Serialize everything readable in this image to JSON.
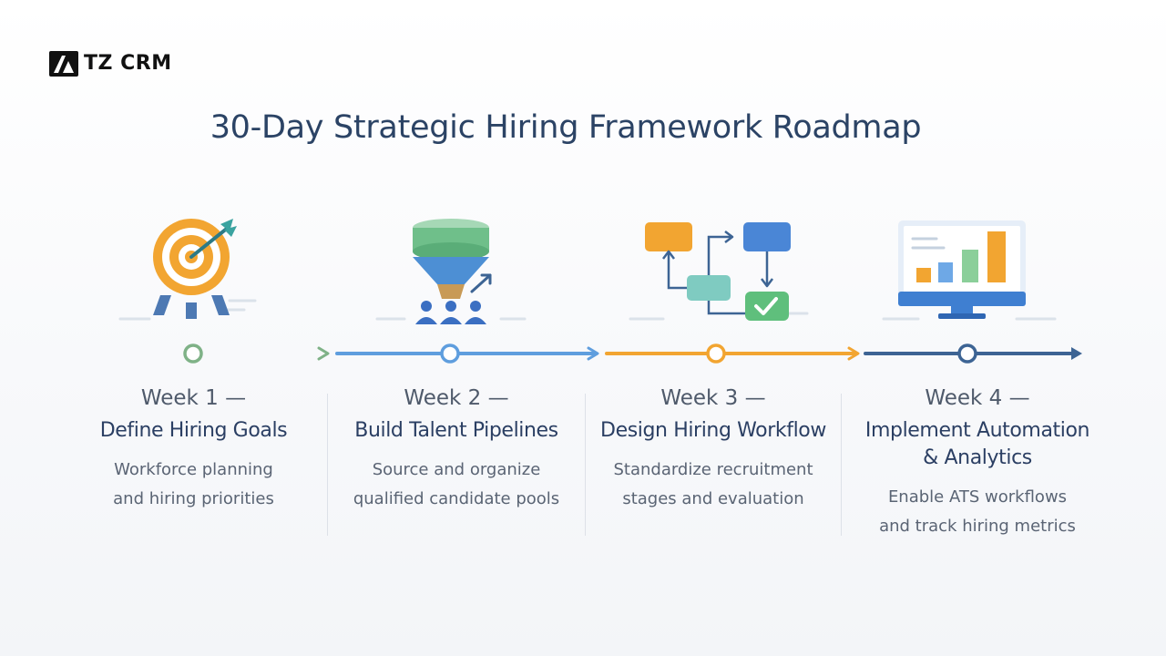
{
  "brand": {
    "name": "TZ CRM"
  },
  "title": "30-Day Strategic Hiring Framework Roadmap",
  "colors": {
    "week1": "#7fb287",
    "week2": "#5f9ede",
    "week3": "#f2a531",
    "week4": "#3d6494",
    "title": "#2b4365"
  },
  "stages": [
    {
      "week": "Week 1 —",
      "title": "Define Hiring Goals",
      "description": "Workforce planning\nand hiring priorities",
      "icon": "target-icon"
    },
    {
      "week": "Week 2 —",
      "title": "Build Talent Pipelines",
      "description": "Source and organize\nqualified candidate pools",
      "icon": "funnel-icon"
    },
    {
      "week": "Week 3 —",
      "title": "Design Hiring Workflow",
      "description": "Standardize recruitment\nstages and evaluation",
      "icon": "workflow-icon"
    },
    {
      "week": "Week 4 —",
      "title": "Implement Automation\n& Analytics",
      "description": "Enable ATS workflows\nand track hiring metrics",
      "icon": "analytics-monitor-icon"
    }
  ]
}
